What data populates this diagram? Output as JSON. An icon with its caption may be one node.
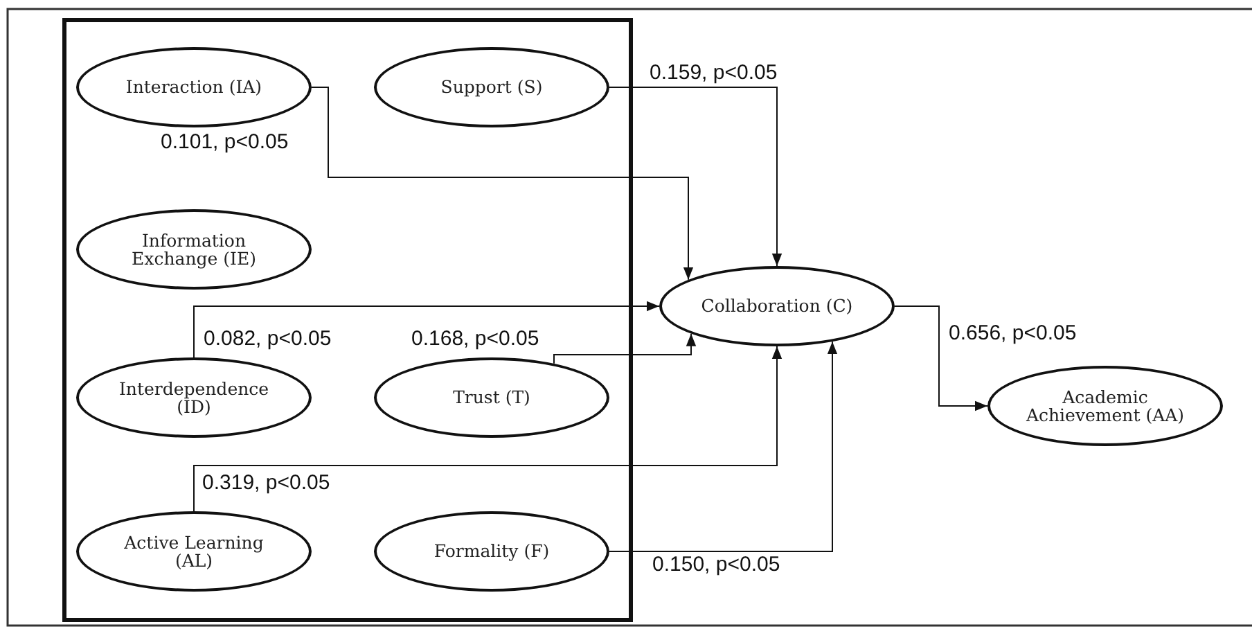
{
  "diagram": {
    "nodes": [
      {
        "text": [],
        "shape": "box"
      },
      {
        "text": [
          "Interaction (IA)"
        ],
        "in": 0
      },
      {
        "text": [
          "Support (S)"
        ],
        "in": 0
      },
      {
        "text": [
          "Information Exchange (IE)"
        ],
        "in": 0
      },
      {
        "text": [
          "Interdependence (ID)"
        ],
        "in": 0
      },
      {
        "text": [
          "Trust (T)"
        ],
        "in": 0
      },
      {
        "text": [
          "Active Learning (AL)"
        ],
        "in": 0
      },
      {
        "text": [
          "Formality (F)"
        ],
        "in": 0
      },
      {
        "text": [
          "Collaboration (C)"
        ]
      },
      {
        "text": [
          "Academic Achievement (AA)"
        ]
      }
    ],
    "edges": [
      {
        "from": 1,
        "to": 8,
        "arrow": "to",
        "label": "0.101, p<0.05"
      },
      {
        "from": 2,
        "to": 8,
        "arrow": "to",
        "label": "0.159, p<0.05"
      },
      {
        "from": 4,
        "to": 8,
        "arrow": "to",
        "label": "0.082, p<0.05"
      },
      {
        "from": 5,
        "to": 8,
        "arrow": "to",
        "label": "0.168, p<0.05"
      },
      {
        "from": 6,
        "to": 8,
        "arrow": "to",
        "label": "0.319, p<0.05"
      },
      {
        "from": 7,
        "to": 8,
        "arrow": "to",
        "label": "0.150, p<0.05"
      },
      {
        "from": 8,
        "to": 9,
        "arrow": "to",
        "label": "0.656, p<0.05"
      }
    ]
  }
}
